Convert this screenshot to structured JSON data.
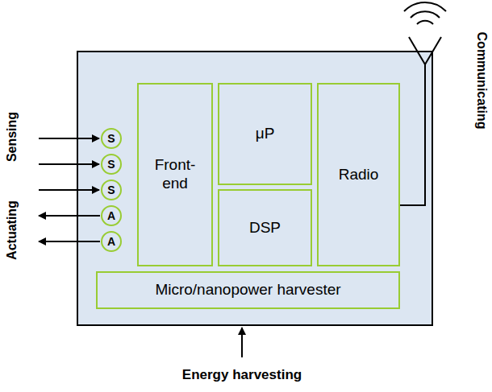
{
  "diagram": {
    "nodes": [
      {
        "text": [
          "S"
        ]
      },
      {
        "text": [
          "S"
        ]
      },
      {
        "text": [
          "S"
        ]
      },
      {
        "text": [
          "A"
        ]
      },
      {
        "text": [
          "A"
        ]
      },
      {
        "text": [
          "Front-end"
        ]
      },
      {
        "text": [
          "μP"
        ]
      },
      {
        "text": [
          "DSP"
        ]
      },
      {
        "text": [
          "Radio"
        ]
      },
      {
        "text": [
          "Micro/nanopower harvester"
        ]
      }
    ],
    "labels": [
      "Sensing",
      "Actuating",
      "Communicating",
      "Energy harvesting"
    ]
  }
}
